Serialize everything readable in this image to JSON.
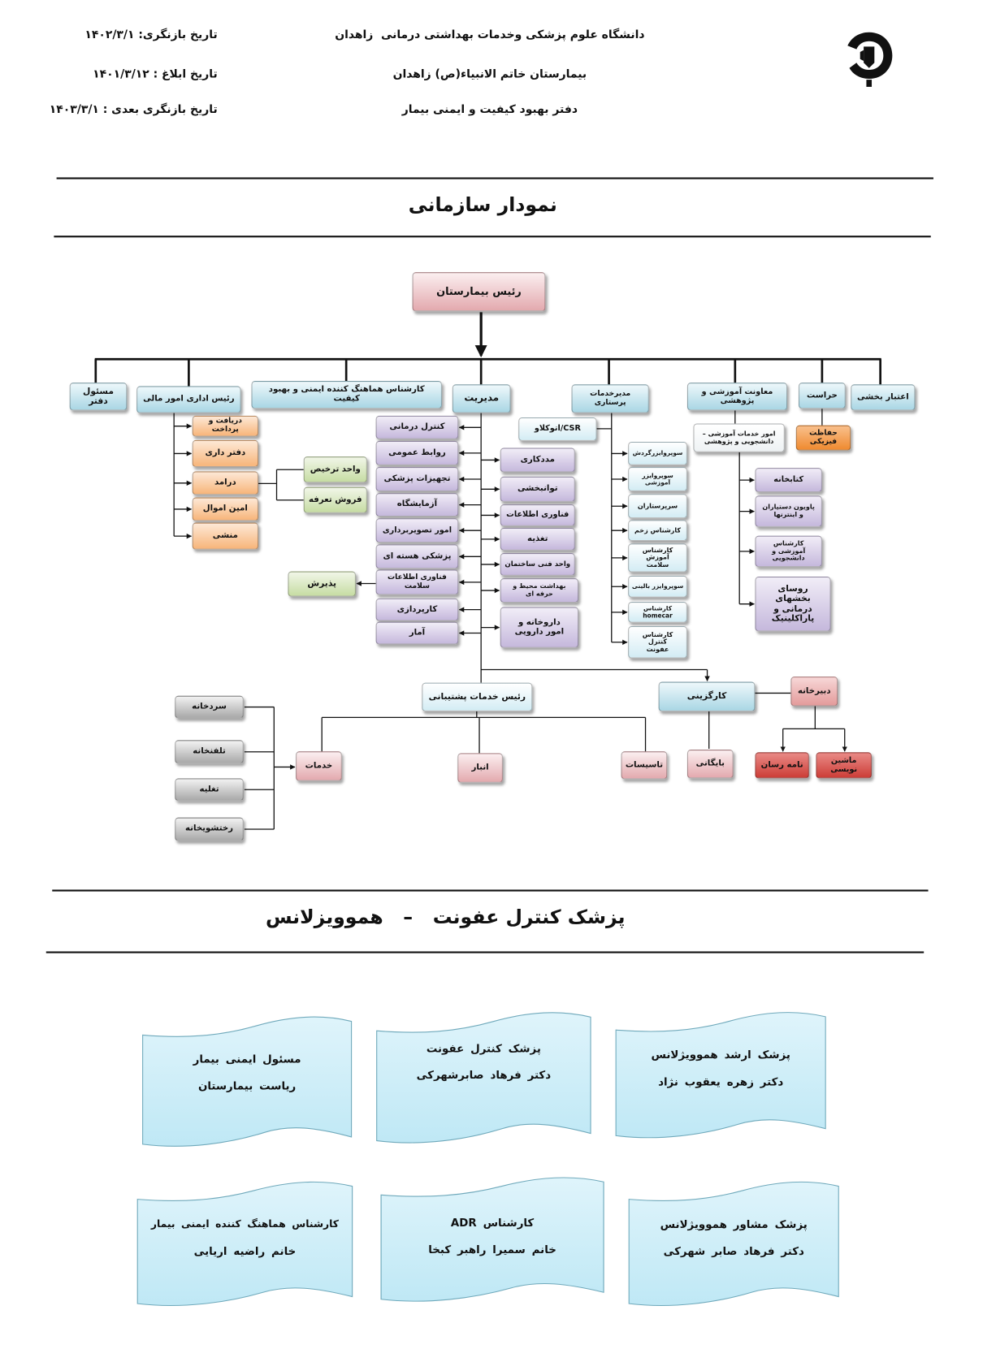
{
  "colors": {
    "blue_box": "#a9d6e4",
    "light_blue_box": "#d3ecf4",
    "pink_box": "#e3a9ae",
    "orange_box": "#f7b57a",
    "physical_security_box": "#ef8a30",
    "purple_box": "#c5b8dc",
    "green_box": "#c6dca3",
    "gray_box": "#a9a9a9",
    "red_box": "#cc3d37",
    "rose_box": "#e39b9b",
    "card_fill": "#bfe8f5"
  },
  "header": {
    "university": "دانشگاه علوم پزشکی وخدمات بهداشتی درمانی  زاهدان",
    "hospital": "بیمارستان خاتم الانبیاء(ص) زاهدان",
    "office": "دفتر بهبود کیفیت و ایمنی بیمار",
    "revision_date": "تاریخ بازنگری: ۱۴۰۲/۳/۱",
    "notification_date": "تاریخ ابلاغ : ۱۴۰۱/۳/۱۲",
    "next_revision_date": "تاریخ بازنگری بعدی : ۱۴۰۳/۳/۱"
  },
  "org_chart": {
    "title": "نمودار سازمانی",
    "head": "رئیس بیمارستان",
    "top_units": {
      "office_manager": "مسئول دفتر",
      "finance": "رئیس اداری امور مالی",
      "quality_coordinator": "کارشناس هماهنگ کننده ایمنی و بهبود کیفیت",
      "management": "مدیریت",
      "nursing": "مدیرخدمات پرستاری",
      "education": "معاونت آموزشی و پژوهشی",
      "security": "حراست",
      "accreditation": "اعتبار بخشی"
    },
    "finance_units": [
      "دریافت و پرداخت",
      "دفتر داری",
      "درامد",
      "امین اموال",
      "منشی"
    ],
    "income_units": [
      "واحد ترخیص",
      "فروش تعرفه"
    ],
    "management_left": [
      "کنترل درمانی",
      "روابط عمومی",
      "تجهیزات پزشکی",
      "آزمایشگاه",
      "امور تصویربرداری",
      "پزشکی هسته ای",
      "فناوری اطلاعات سلامت",
      "کارپردازی",
      "آمار"
    ],
    "management_right": [
      "مددکاری",
      "توانبخشی",
      "فناوری اطلاعات",
      "تغذیه",
      "واحد فنی ساختمان",
      "بهداشت محیط و حرفه ای",
      "داروخانه و امور دارویی"
    ],
    "admission": "پذیرش",
    "csr": "CSR/اتوکلاو",
    "nursing_units": [
      "سوپروایزرگردش",
      "سوپروایزر آموزشی",
      "سرپرستاران",
      "کارشناس زخم",
      "کارشناس آموزش سلامت",
      "سوپروایزر بالینی",
      "کارشناس homecar",
      "کارشناس کنترل عفونت"
    ],
    "education_office": "امور خدمات آموزشی – دانشجویی و پژوهشی",
    "education_units": [
      "کتابخانه",
      "پاویون دستیاران و اینترنها",
      "کارشناس آموزشی و دانشجویی",
      "روسای بخشهای درمانی و پاراکلینیک"
    ],
    "security_units": [
      "حفاظت فیزیکی"
    ],
    "support": {
      "head": "رئیس خدمات پشتیبانی",
      "units": [
        "خدمات",
        "انبار",
        "تاسیسات"
      ],
      "services_units": [
        "سردخانه",
        "تلفنخانه",
        "تغلیه",
        "رختشویخانه"
      ]
    },
    "personnel": {
      "head": "کارگزینی",
      "archive": "بایگانی",
      "secretariat": "دبیرخانه",
      "secretariat_units": [
        "نامه رسان",
        "ماشین نویسی"
      ]
    }
  },
  "hemovigilance": {
    "title": "پزشک کنترل عفونت   –   هموویزلانس",
    "cards": [
      {
        "role": "پزشک ارشد هموویژلانس",
        "person": "دکتر زهره یعقوب نژاد"
      },
      {
        "role": "پزشک کنترل عفونت",
        "person": "دکتر فرهاد صابرشهرکی"
      },
      {
        "role": "مسئول ایمنی بیمار",
        "person": "ریاست بیمارستان"
      },
      {
        "role": "پزشک مشاور هموویژلانس",
        "person": "دکتر فرهاد صابر شهرکی"
      },
      {
        "role": "کارشناس ADR",
        "person": "خانم سمیرا راهبر کبخا"
      },
      {
        "role": "کارشناس هماهنگ کننده ایمنی بیمار",
        "person": "خانم راضیه اریایی"
      }
    ]
  }
}
